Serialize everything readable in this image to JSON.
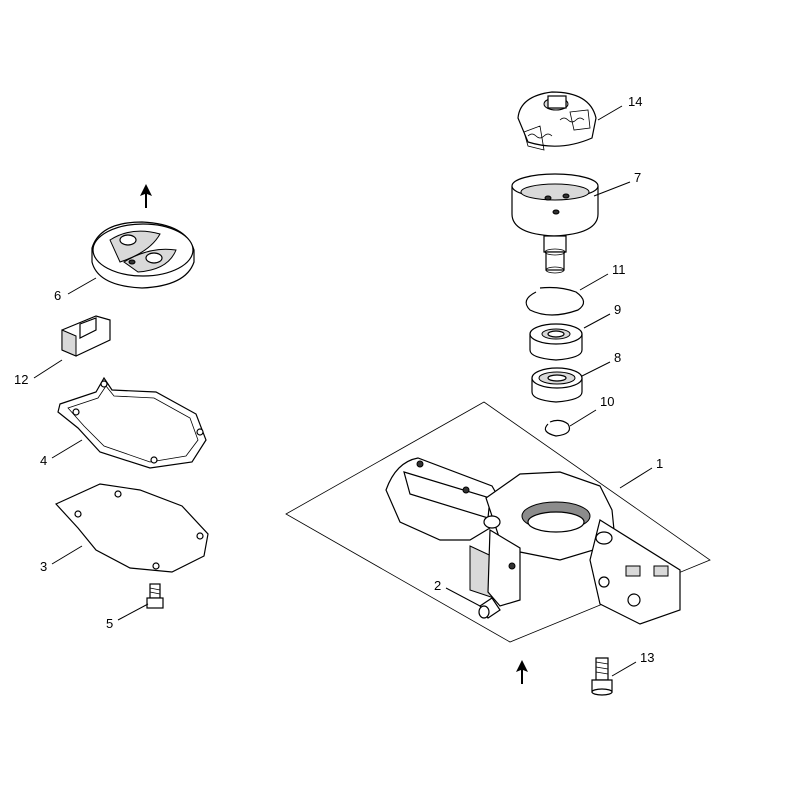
{
  "callouts": [
    {
      "id": "14",
      "text": "14"
    },
    {
      "id": "7",
      "text": "7"
    },
    {
      "id": "11",
      "text": "11"
    },
    {
      "id": "9",
      "text": "9"
    },
    {
      "id": "8",
      "text": "8"
    },
    {
      "id": "10",
      "text": "10"
    },
    {
      "id": "1",
      "text": "1"
    },
    {
      "id": "2",
      "text": "2"
    },
    {
      "id": "13",
      "text": "13"
    },
    {
      "id": "6",
      "text": "6"
    },
    {
      "id": "12",
      "text": "12"
    },
    {
      "id": "4",
      "text": "4"
    },
    {
      "id": "3",
      "text": "3"
    },
    {
      "id": "5",
      "text": "5"
    }
  ]
}
